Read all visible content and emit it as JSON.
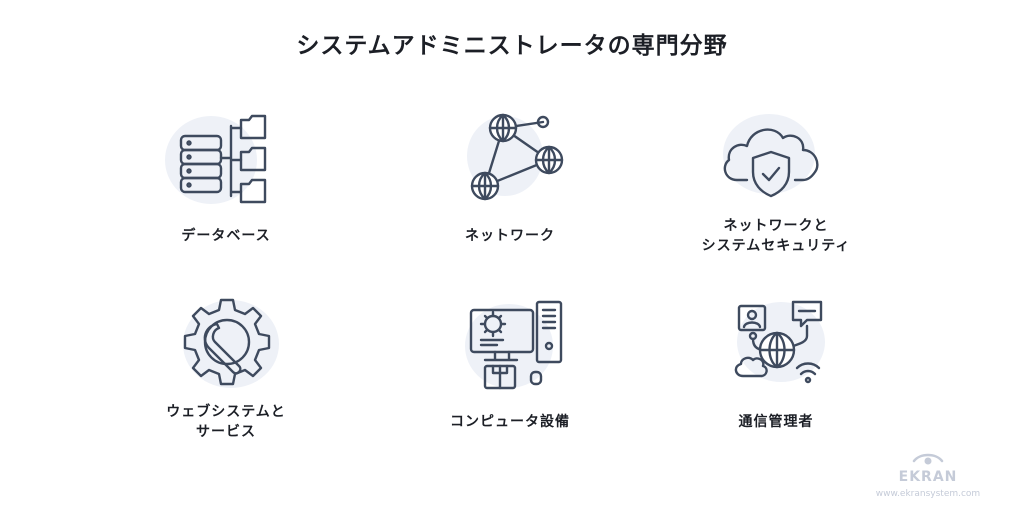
{
  "title": "システムアドミニストレータの専門分野",
  "items": [
    {
      "label": "データベース",
      "icon": "database-icon"
    },
    {
      "label": "ネットワーク",
      "icon": "network-globe-icon"
    },
    {
      "label": "ネットワークと\nシステムセキュリティ",
      "icon": "cloud-shield-icon"
    },
    {
      "label": "ウェブシステムと\nサービス",
      "icon": "gear-wrench-icon"
    },
    {
      "label": "コンピュータ設備",
      "icon": "computer-equipment-icon"
    },
    {
      "label": "通信管理者",
      "icon": "communication-icon"
    }
  ],
  "brand": {
    "name": "EKRAN",
    "url": "www.ekransystem.com"
  },
  "colors": {
    "icon_stroke": "#3e4a5e",
    "blob": "#eef1f7",
    "brand": "#c5cbd8"
  }
}
